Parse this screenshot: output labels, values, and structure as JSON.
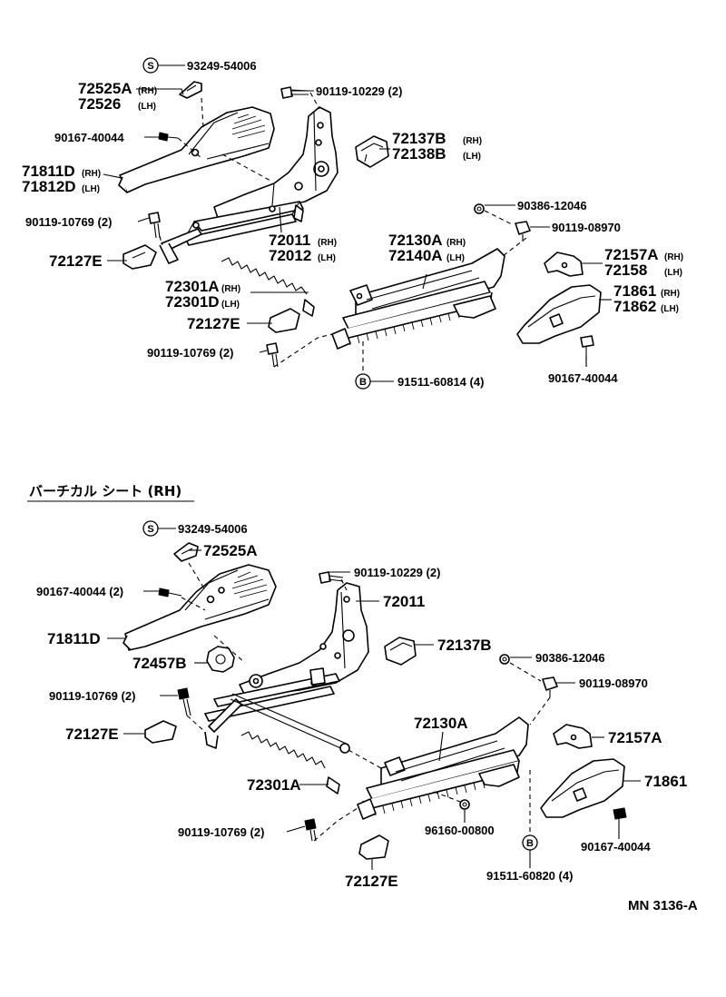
{
  "section_title": "バーチカル シート (RH)",
  "sheet_code": "MN  3136-A",
  "symbols": {
    "s": "S",
    "b": "B"
  },
  "top": {
    "p93249": "93249-54006",
    "p72525": "72525A",
    "p72526": "72526",
    "p90119_10229": "90119-10229 (2)",
    "p90167_40044_a": "90167-40044",
    "p72137": "72137B",
    "p72138": "72138B",
    "p71811": "71811D",
    "p71812": "71812D",
    "p90386": "90386-12046",
    "p90119_10769_a": "90119-10769 (2)",
    "p90119_08970": "90119-08970",
    "p72011": "72011",
    "p72012": "72012",
    "p72130": "72130A",
    "p72140": "72140A",
    "p72157": "72157A",
    "p72158": "72158",
    "p72127_a": "72127E",
    "p71861": "71861",
    "p71862": "71862",
    "p72301a": "72301A",
    "p72301d": "72301D",
    "p72127_b": "72127E",
    "p90119_10769_b": "90119-10769 (2)",
    "p90167_40044_b": "90167-40044",
    "p91511": "91511-60814 (4)"
  },
  "bottom": {
    "p93249": "93249-54006",
    "p72525": "72525A",
    "p90119_10229": "90119-10229 (2)",
    "p90167_40044": "90167-40044 (2)",
    "p72011": "72011",
    "p71811": "71811D",
    "p72137": "72137B",
    "p72457": "72457B",
    "p90386": "90386-12046",
    "p90119_10769_a": "90119-10769 (2)",
    "p90119_08970": "90119-08970",
    "p72130": "72130A",
    "p72127_a": "72127E",
    "p72157": "72157A",
    "p71861": "71861",
    "p72301": "72301A",
    "p90119_10769_b": "90119-10769 (2)",
    "p96160": "96160-00800",
    "p90167_40044_b": "90167-40044",
    "p72127_b": "72127E",
    "p91511": "91511-60820 (4)"
  },
  "suffix": {
    "rh": "(RH)",
    "lh": "(LH)"
  }
}
